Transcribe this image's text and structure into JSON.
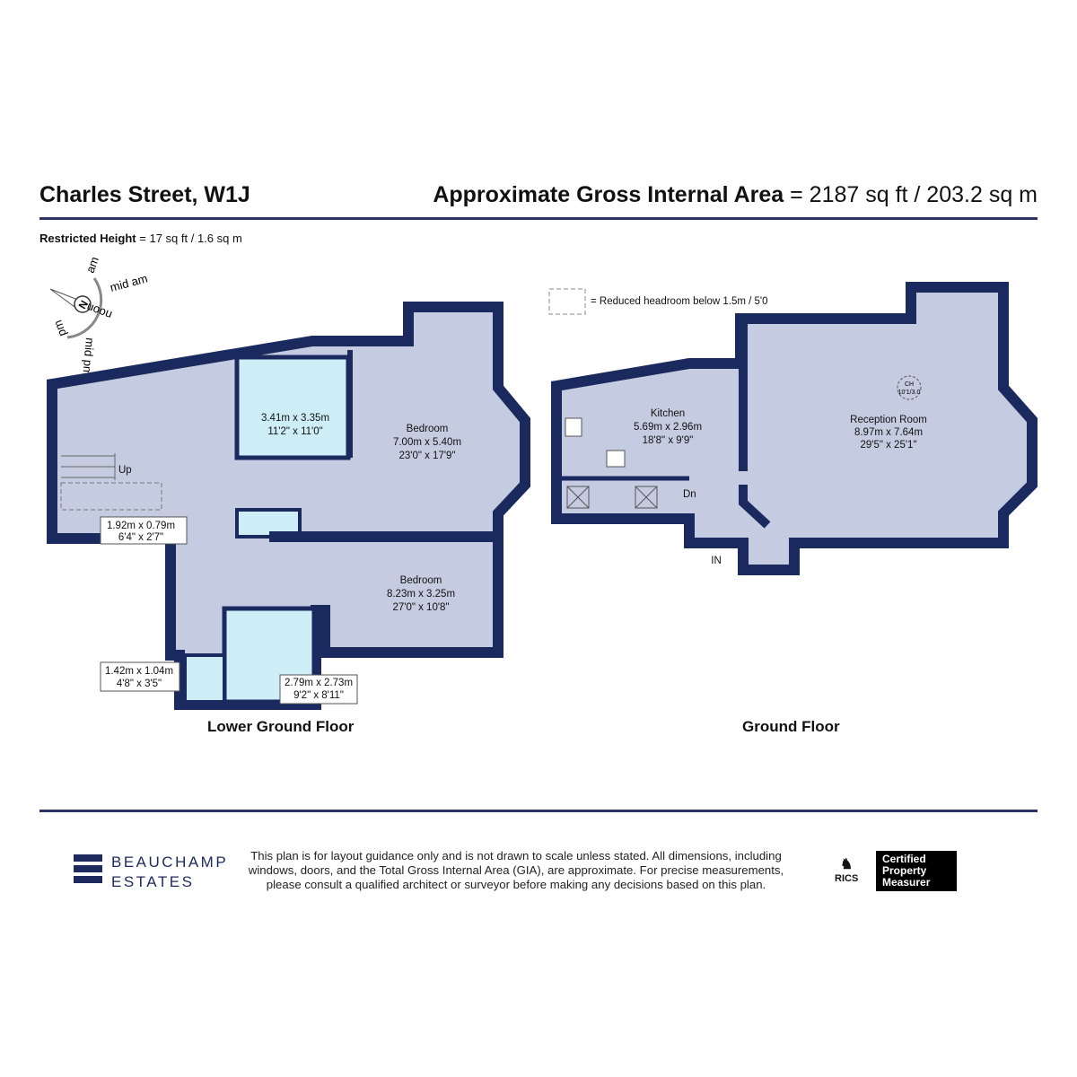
{
  "header": {
    "title": "Charles Street, W1J",
    "gia_label": "Approximate Gross Internal Area",
    "gia_value": "= 2187 sq ft / 203.2 sq m",
    "restricted_label": "Restricted Height",
    "restricted_value": "= 17 sq ft / 1.6 sq m"
  },
  "compass": {
    "north": "N",
    "am": "am",
    "mid_am": "mid am",
    "noon": "noon",
    "mid_pm": "mid pm",
    "pm": "pm"
  },
  "legend": {
    "reduced_headroom": "= Reduced headroom below 1.5m / 5'0"
  },
  "lower_ground": {
    "label": "Lower Ground Floor",
    "up": "Up",
    "rooms": [
      {
        "name": "Bedroom",
        "metric": "7.00m x 5.40m",
        "imperial": "23'0\" x 17'9\""
      },
      {
        "name": "Bedroom",
        "metric": "8.23m x 3.25m",
        "imperial": "27'0\" x 10'8\""
      },
      {
        "name": "",
        "metric": "3.41m x 3.35m",
        "imperial": "11'2\" x 11'0\""
      },
      {
        "name": "",
        "metric": "1.92m x 0.79m",
        "imperial": "6'4\" x 2'7\""
      },
      {
        "name": "",
        "metric": "1.42m x 1.04m",
        "imperial": "4'8\" x 3'5\""
      },
      {
        "name": "",
        "metric": "2.79m x 2.73m",
        "imperial": "9'2\" x 8'11\""
      }
    ]
  },
  "ground": {
    "label": "Ground Floor",
    "down": "Dn",
    "entrance": "IN",
    "ceiling": {
      "label": "CH",
      "value": "10'1/3.0"
    },
    "rooms": [
      {
        "name": "Kitchen",
        "metric": "5.69m x 2.96m",
        "imperial": "18'8\" x 9'9\""
      },
      {
        "name": "Reception Room",
        "metric": "8.97m x 7.64m",
        "imperial": "29'5\" x 25'1\""
      }
    ]
  },
  "footer": {
    "brand_line1": "BEAUCHAMP",
    "brand_line2": "ESTATES",
    "disclaimer": "This plan is for layout guidance only and is not drawn to scale unless stated. All dimensions, including windows, doors, and the Total Gross Internal Area (GIA), are approximate. For precise measurements, please consult a qualified architect or surveyor before making any decisions based on this plan.",
    "rics": "RICS",
    "certified": "Certified Property Measurer"
  },
  "colors": {
    "wall": "#1b2a5e",
    "floor": "#c5cbe1",
    "wet": "#cdeef6",
    "accent": "#2c3566"
  }
}
